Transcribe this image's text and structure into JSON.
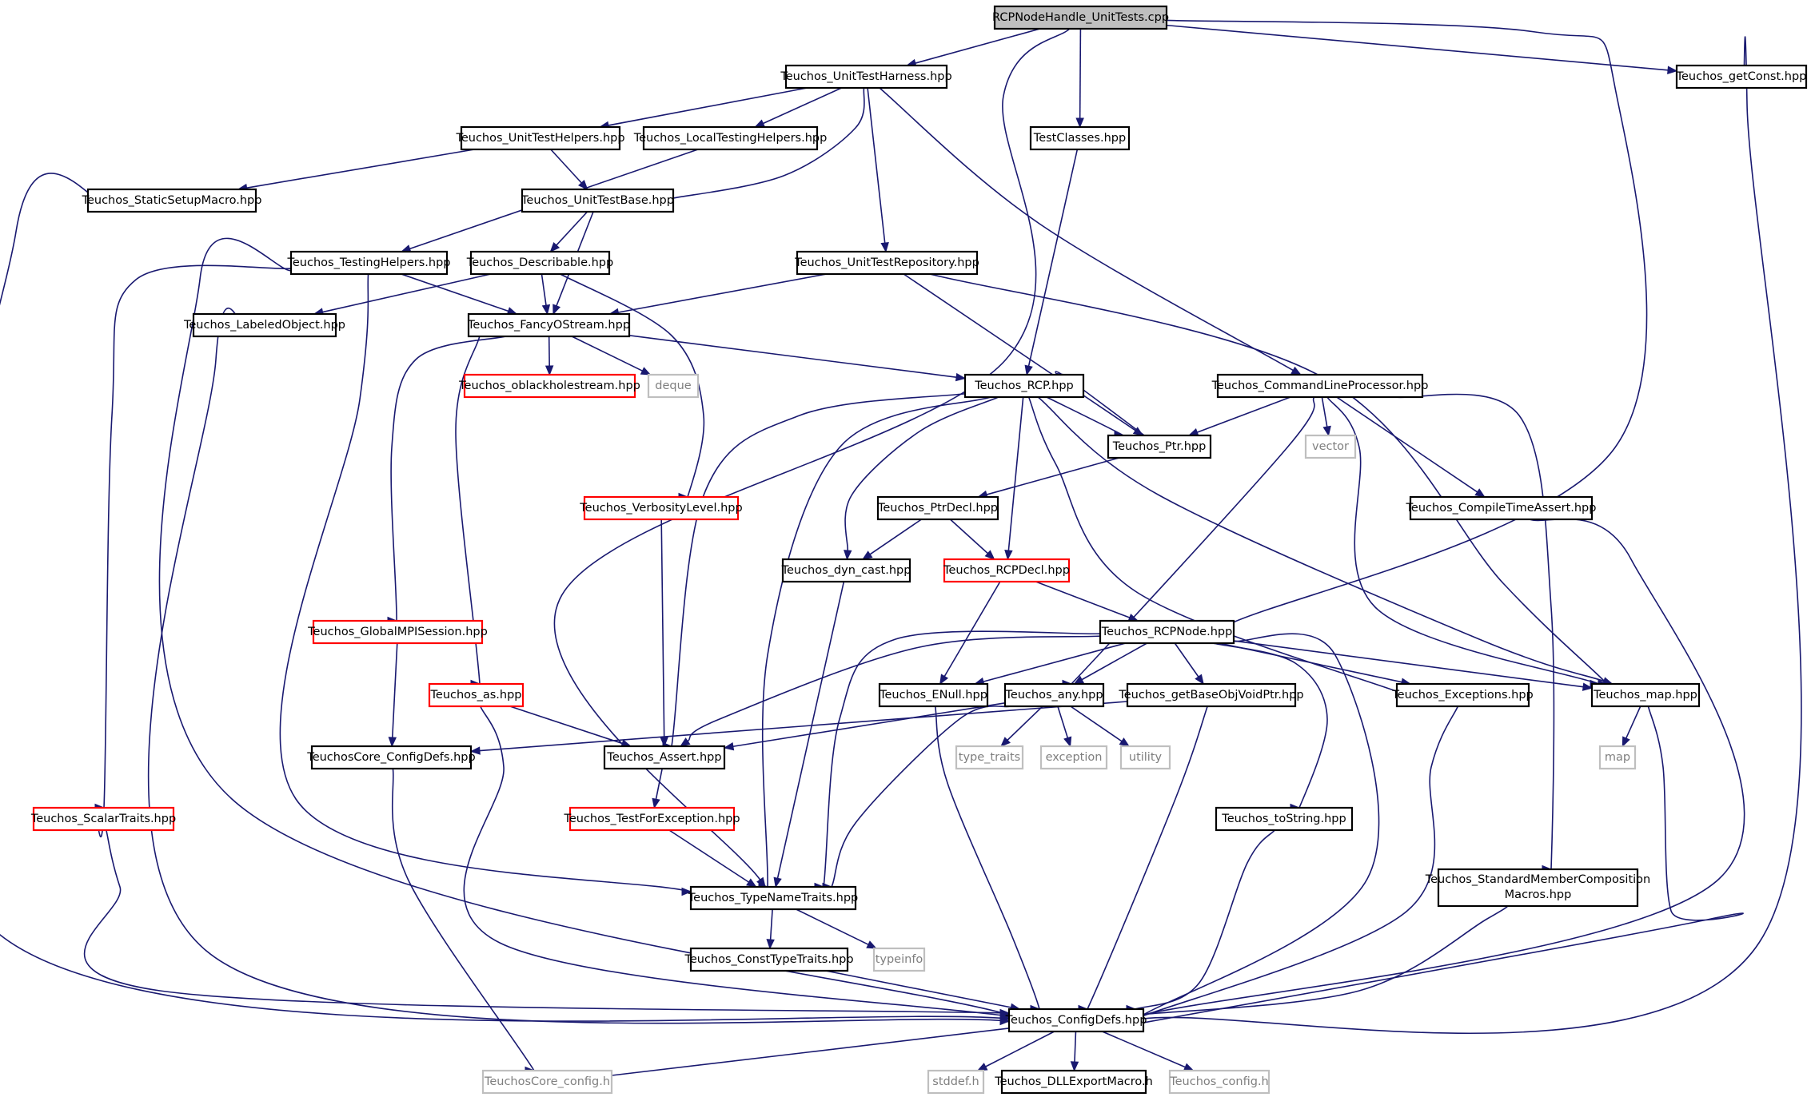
{
  "colors": {
    "edge": "#191970",
    "root_fill": "#bfbfbf",
    "normal_border": "#000000",
    "truncated_border": "#ff0000",
    "external_border": "#bfbfbf",
    "external_text": "#7f7f7f"
  },
  "nodes": [
    {
      "id": "root",
      "label": "RCPNodeHandle_UnitTests.cpp",
      "kind": "root"
    },
    {
      "id": "harness",
      "label": "Teuchos_UnitTestHarness.hpp",
      "kind": "normal"
    },
    {
      "id": "getconst",
      "label": "Teuchos_getConst.hpp",
      "kind": "normal"
    },
    {
      "id": "testhelpers",
      "label": "Teuchos_UnitTestHelpers.hpp",
      "kind": "normal"
    },
    {
      "id": "localtesting",
      "label": "Teuchos_LocalTestingHelpers.hpp",
      "kind": "normal"
    },
    {
      "id": "testclasses",
      "label": "TestClasses.hpp",
      "kind": "normal"
    },
    {
      "id": "staticsetup",
      "label": "Teuchos_StaticSetupMacro.hpp",
      "kind": "normal"
    },
    {
      "id": "testbase",
      "label": "Teuchos_UnitTestBase.hpp",
      "kind": "normal"
    },
    {
      "id": "testinghelpers",
      "label": "Teuchos_TestingHelpers.hpp",
      "kind": "normal"
    },
    {
      "id": "describable",
      "label": "Teuchos_Describable.hpp",
      "kind": "normal"
    },
    {
      "id": "repository",
      "label": "Teuchos_UnitTestRepository.hpp",
      "kind": "normal"
    },
    {
      "id": "labeled",
      "label": "Teuchos_LabeledObject.hpp",
      "kind": "normal"
    },
    {
      "id": "fancy",
      "label": "Teuchos_FancyOStream.hpp",
      "kind": "normal"
    },
    {
      "id": "oblack",
      "label": "Teuchos_oblackholestream.hpp",
      "kind": "truncated"
    },
    {
      "id": "deque",
      "label": "deque",
      "kind": "external"
    },
    {
      "id": "rcp",
      "label": "Teuchos_RCP.hpp",
      "kind": "normal"
    },
    {
      "id": "clp",
      "label": "Teuchos_CommandLineProcessor.hpp",
      "kind": "normal"
    },
    {
      "id": "ptr",
      "label": "Teuchos_Ptr.hpp",
      "kind": "normal"
    },
    {
      "id": "vector",
      "label": "vector",
      "kind": "external"
    },
    {
      "id": "verbosity",
      "label": "Teuchos_VerbosityLevel.hpp",
      "kind": "truncated"
    },
    {
      "id": "ptrdecl",
      "label": "Teuchos_PtrDecl.hpp",
      "kind": "normal"
    },
    {
      "id": "compiletime",
      "label": "Teuchos_CompileTimeAssert.hpp",
      "kind": "normal"
    },
    {
      "id": "dyncast",
      "label": "Teuchos_dyn_cast.hpp",
      "kind": "normal"
    },
    {
      "id": "rcpdecl",
      "label": "Teuchos_RCPDecl.hpp",
      "kind": "truncated"
    },
    {
      "id": "globalmpi",
      "label": "Teuchos_GlobalMPISession.hpp",
      "kind": "truncated"
    },
    {
      "id": "rcpnode",
      "label": "Teuchos_RCPNode.hpp",
      "kind": "normal"
    },
    {
      "id": "as",
      "label": "Teuchos_as.hpp",
      "kind": "truncated"
    },
    {
      "id": "enull",
      "label": "Teuchos_ENull.hpp",
      "kind": "normal"
    },
    {
      "id": "any",
      "label": "Teuchos_any.hpp",
      "kind": "normal"
    },
    {
      "id": "getbase",
      "label": "Teuchos_getBaseObjVoidPtr.hpp",
      "kind": "normal"
    },
    {
      "id": "exceptions",
      "label": "Teuchos_Exceptions.hpp",
      "kind": "normal"
    },
    {
      "id": "map",
      "label": "Teuchos_map.hpp",
      "kind": "normal"
    },
    {
      "id": "coreconfig",
      "label": "TeuchosCore_ConfigDefs.hpp",
      "kind": "normal"
    },
    {
      "id": "assert",
      "label": "Teuchos_Assert.hpp",
      "kind": "normal"
    },
    {
      "id": "typetraits",
      "label": "type_traits",
      "kind": "external"
    },
    {
      "id": "exception",
      "label": "exception",
      "kind": "external"
    },
    {
      "id": "utility",
      "label": "utility",
      "kind": "external"
    },
    {
      "id": "mapstd",
      "label": "map",
      "kind": "external"
    },
    {
      "id": "scalar",
      "label": "Teuchos_ScalarTraits.hpp",
      "kind": "truncated"
    },
    {
      "id": "testforex",
      "label": "Teuchos_TestForException.hpp",
      "kind": "truncated"
    },
    {
      "id": "tostring",
      "label": "Teuchos_toString.hpp",
      "kind": "normal"
    },
    {
      "id": "stdmember",
      "label": "Teuchos_StandardMemberComposition",
      "label2": "Macros.hpp",
      "kind": "normal"
    },
    {
      "id": "typename",
      "label": "Teuchos_TypeNameTraits.hpp",
      "kind": "normal"
    },
    {
      "id": "consttype",
      "label": "Teuchos_ConstTypeTraits.hpp",
      "kind": "normal"
    },
    {
      "id": "typeinfo",
      "label": "typeinfo",
      "kind": "external"
    },
    {
      "id": "configdefs",
      "label": "Teuchos_ConfigDefs.hpp",
      "kind": "normal"
    },
    {
      "id": "coreconfigh",
      "label": "TeuchosCore_config.h",
      "kind": "external"
    },
    {
      "id": "stddef",
      "label": "stddef.h",
      "kind": "external"
    },
    {
      "id": "dllexport",
      "label": "Teuchos_DLLExportMacro.h",
      "kind": "normal"
    },
    {
      "id": "config",
      "label": "Teuchos_config.h",
      "kind": "external"
    }
  ],
  "edges": [
    [
      "root",
      "harness"
    ],
    [
      "root",
      "testclasses"
    ],
    [
      "root",
      "getconst"
    ],
    [
      "root",
      "rcpnode"
    ],
    [
      "root",
      "typename"
    ],
    [
      "harness",
      "testhelpers"
    ],
    [
      "harness",
      "localtesting"
    ],
    [
      "harness",
      "testbase"
    ],
    [
      "harness",
      "repository"
    ],
    [
      "harness",
      "clp"
    ],
    [
      "testhelpers",
      "staticsetup"
    ],
    [
      "testhelpers",
      "testbase"
    ],
    [
      "localtesting",
      "testinghelpers"
    ],
    [
      "testclasses",
      "rcp"
    ],
    [
      "getconst",
      "configdefs"
    ],
    [
      "staticsetup",
      "configdefs"
    ],
    [
      "testbase",
      "describable"
    ],
    [
      "testbase",
      "fancy"
    ],
    [
      "testinghelpers",
      "fancy"
    ],
    [
      "testinghelpers",
      "scalar"
    ],
    [
      "testinghelpers",
      "typename"
    ],
    [
      "testinghelpers",
      "configdefs"
    ],
    [
      "describable",
      "labeled"
    ],
    [
      "describable",
      "fancy"
    ],
    [
      "describable",
      "verbosity"
    ],
    [
      "repository",
      "fancy"
    ],
    [
      "repository",
      "ptr"
    ],
    [
      "repository",
      "map"
    ],
    [
      "labeled",
      "configdefs"
    ],
    [
      "fancy",
      "oblack"
    ],
    [
      "fancy",
      "deque"
    ],
    [
      "fancy",
      "rcp"
    ],
    [
      "fancy",
      "globalmpi"
    ],
    [
      "fancy",
      "as"
    ],
    [
      "rcp",
      "ptr"
    ],
    [
      "rcp",
      "dyncast"
    ],
    [
      "rcp",
      "rcpdecl"
    ],
    [
      "rcp",
      "assert"
    ],
    [
      "rcp",
      "typename"
    ],
    [
      "rcp",
      "exceptions"
    ],
    [
      "rcp",
      "map"
    ],
    [
      "ptr",
      "rcp"
    ],
    [
      "ptr",
      "ptrdecl"
    ],
    [
      "clp",
      "ptr"
    ],
    [
      "clp",
      "vector"
    ],
    [
      "clp",
      "compiletime"
    ],
    [
      "clp",
      "any"
    ],
    [
      "clp",
      "map"
    ],
    [
      "clp",
      "stdmember"
    ],
    [
      "verbosity",
      "assert"
    ],
    [
      "ptrdecl",
      "dyncast"
    ],
    [
      "ptrdecl",
      "rcpdecl"
    ],
    [
      "compiletime",
      "configdefs"
    ],
    [
      "dyncast",
      "typename"
    ],
    [
      "rcpdecl",
      "rcpnode"
    ],
    [
      "rcpdecl",
      "enull"
    ],
    [
      "globalmpi",
      "coreconfig"
    ],
    [
      "rcpnode",
      "enull"
    ],
    [
      "rcpnode",
      "any"
    ],
    [
      "rcpnode",
      "getbase"
    ],
    [
      "rcpnode",
      "exceptions"
    ],
    [
      "rcpnode",
      "map"
    ],
    [
      "rcpnode",
      "tostring"
    ],
    [
      "rcpnode",
      "assert"
    ],
    [
      "rcpnode",
      "typename"
    ],
    [
      "rcpnode",
      "configdefs"
    ],
    [
      "as",
      "assert"
    ],
    [
      "as",
      "configdefs"
    ],
    [
      "enull",
      "configdefs"
    ],
    [
      "any",
      "typetraits"
    ],
    [
      "any",
      "exception"
    ],
    [
      "any",
      "utility"
    ],
    [
      "any",
      "assert"
    ],
    [
      "any",
      "typename"
    ],
    [
      "getbase",
      "coreconfig"
    ],
    [
      "getbase",
      "configdefs"
    ],
    [
      "exceptions",
      "configdefs"
    ],
    [
      "map",
      "mapstd"
    ],
    [
      "map",
      "configdefs"
    ],
    [
      "coreconfig",
      "coreconfigh"
    ],
    [
      "assert",
      "testforex"
    ],
    [
      "scalar",
      "configdefs"
    ],
    [
      "testforex",
      "typename"
    ],
    [
      "tostring",
      "configdefs"
    ],
    [
      "stdmember",
      "configdefs"
    ],
    [
      "typename",
      "consttype"
    ],
    [
      "typename",
      "typeinfo"
    ],
    [
      "consttype",
      "configdefs"
    ],
    [
      "configdefs",
      "coreconfigh"
    ],
    [
      "configdefs",
      "stddef"
    ],
    [
      "configdefs",
      "dllexport"
    ],
    [
      "configdefs",
      "config"
    ]
  ]
}
